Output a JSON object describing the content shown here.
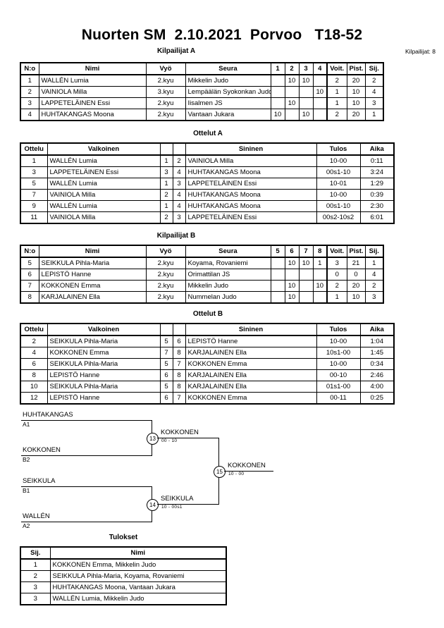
{
  "header": {
    "title": "Nuorten SM  2.10.2021  Porvoo   T18-52",
    "entrants_label": "Kilpailijat: 8"
  },
  "pool_a": {
    "title": "Kilpailijat A",
    "columns": [
      "N:o",
      "Nimi",
      "Vyö",
      "Seura",
      "1",
      "2",
      "3",
      "4",
      "Voit.",
      "Pist.",
      "Sij."
    ],
    "rows": [
      {
        "no": "1",
        "nimi": "WALLÉN Lumia",
        "vyo": "2.kyu",
        "seura": "Mikkelin Judo",
        "m1": "",
        "m2": "10",
        "m3": "10",
        "m4": "",
        "voit": "2",
        "pist": "20",
        "sij": "2"
      },
      {
        "no": "2",
        "nimi": "VAINIOLA Milla",
        "vyo": "3.kyu",
        "seura": "Lempäälän Syokonkan Judo",
        "m1": "",
        "m2": "",
        "m3": "",
        "m4": "10",
        "voit": "1",
        "pist": "10",
        "sij": "4"
      },
      {
        "no": "3",
        "nimi": "LAPPETELÄINEN Essi",
        "vyo": "2.kyu",
        "seura": "Iisalmen JS",
        "m1": "",
        "m2": "10",
        "m3": "",
        "m4": "",
        "voit": "1",
        "pist": "10",
        "sij": "3"
      },
      {
        "no": "4",
        "nimi": "HUHTAKANGAS Moona",
        "vyo": "2.kyu",
        "seura": "Vantaan Jukara",
        "m1": "10",
        "m2": "",
        "m3": "10",
        "m4": "",
        "voit": "2",
        "pist": "20",
        "sij": "1"
      }
    ]
  },
  "matches_a": {
    "title": "Ottelut A",
    "columns": [
      "Ottelu",
      "Valkoinen",
      "",
      "",
      "Sininen",
      "Tulos",
      "Aika"
    ],
    "rows": [
      {
        "ottelu": "1",
        "valkoinen": "WALLÉN Lumia",
        "wno": "1",
        "bno": "2",
        "sininen": "VAINIOLA Milla",
        "tulos": "10-00",
        "aika": "0:11"
      },
      {
        "ottelu": "3",
        "valkoinen": "LAPPETELÄINEN Essi",
        "wno": "3",
        "bno": "4",
        "sininen": "HUHTAKANGAS Moona",
        "tulos": "00s1-10",
        "aika": "3:24"
      },
      {
        "ottelu": "5",
        "valkoinen": "WALLÉN Lumia",
        "wno": "1",
        "bno": "3",
        "sininen": "LAPPETELÄINEN Essi",
        "tulos": "10-01",
        "aika": "1:29"
      },
      {
        "ottelu": "7",
        "valkoinen": "VAINIOLA Milla",
        "wno": "2",
        "bno": "4",
        "sininen": "HUHTAKANGAS Moona",
        "tulos": "10-00",
        "aika": "0:39"
      },
      {
        "ottelu": "9",
        "valkoinen": "WALLÉN Lumia",
        "wno": "1",
        "bno": "4",
        "sininen": "HUHTAKANGAS Moona",
        "tulos": "00s1-10",
        "aika": "2:30"
      },
      {
        "ottelu": "11",
        "valkoinen": "VAINIOLA Milla",
        "wno": "2",
        "bno": "3",
        "sininen": "LAPPETELÄINEN Essi",
        "tulos": "00s2-10s2",
        "aika": "6:01"
      }
    ]
  },
  "pool_b": {
    "title": "Kilpailijat B",
    "columns": [
      "N:o",
      "Nimi",
      "Vyö",
      "Seura",
      "5",
      "6",
      "7",
      "8",
      "Voit.",
      "Pist.",
      "Sij."
    ],
    "rows": [
      {
        "no": "5",
        "nimi": "SEIKKULA Pihla-Maria",
        "vyo": "2.kyu",
        "seura": "Koyama, Rovaniemi",
        "m1": "",
        "m2": "10",
        "m3": "10",
        "m4": "1",
        "voit": "3",
        "pist": "21",
        "sij": "1"
      },
      {
        "no": "6",
        "nimi": "LEPISTÖ Hanne",
        "vyo": "2.kyu",
        "seura": "Orimattilan JS",
        "m1": "",
        "m2": "",
        "m3": "",
        "m4": "",
        "voit": "0",
        "pist": "0",
        "sij": "4"
      },
      {
        "no": "7",
        "nimi": "KOKKONEN Emma",
        "vyo": "2.kyu",
        "seura": "Mikkelin Judo",
        "m1": "",
        "m2": "10",
        "m3": "",
        "m4": "10",
        "voit": "2",
        "pist": "20",
        "sij": "2"
      },
      {
        "no": "8",
        "nimi": "KARJALAINEN Ella",
        "vyo": "2.kyu",
        "seura": "Nummelan Judo",
        "m1": "",
        "m2": "10",
        "m3": "",
        "m4": "",
        "voit": "1",
        "pist": "10",
        "sij": "3"
      }
    ]
  },
  "matches_b": {
    "title": "Ottelut B",
    "columns": [
      "Ottelu",
      "Valkoinen",
      "",
      "",
      "Sininen",
      "Tulos",
      "Aika"
    ],
    "rows": [
      {
        "ottelu": "2",
        "valkoinen": "SEIKKULA Pihla-Maria",
        "wno": "5",
        "bno": "6",
        "sininen": "LEPISTÖ Hanne",
        "tulos": "10-00",
        "aika": "1:04"
      },
      {
        "ottelu": "4",
        "valkoinen": "KOKKONEN Emma",
        "wno": "7",
        "bno": "8",
        "sininen": "KARJALAINEN Ella",
        "tulos": "10s1-00",
        "aika": "1:45"
      },
      {
        "ottelu": "6",
        "valkoinen": "SEIKKULA Pihla-Maria",
        "wno": "5",
        "bno": "7",
        "sininen": "KOKKONEN Emma",
        "tulos": "10-00",
        "aika": "0:34"
      },
      {
        "ottelu": "8",
        "valkoinen": "LEPISTÖ Hanne",
        "wno": "6",
        "bno": "8",
        "sininen": "KARJALAINEN Ella",
        "tulos": "00-10",
        "aika": "2:46"
      },
      {
        "ottelu": "10",
        "valkoinen": "SEIKKULA Pihla-Maria",
        "wno": "5",
        "bno": "8",
        "sininen": "KARJALAINEN Ella",
        "tulos": "01s1-00",
        "aika": "4:00"
      },
      {
        "ottelu": "12",
        "valkoinen": "LEPISTÖ Hanne",
        "wno": "6",
        "bno": "7",
        "sininen": "KOKKONEN Emma",
        "tulos": "00-11",
        "aika": "0:25"
      }
    ]
  },
  "bracket": {
    "semifinal_1": {
      "top": {
        "name": "HUHTAKANGAS",
        "code": "A1"
      },
      "bottom": {
        "name": "KOKKONEN",
        "code": "B2"
      },
      "number": "13",
      "winner": "KOKKONEN",
      "score": "00 - 10"
    },
    "semifinal_2": {
      "top": {
        "name": "SEIKKULA",
        "code": "B1"
      },
      "bottom": {
        "name": "WALLÉN",
        "code": "A2"
      },
      "number": "14",
      "winner": "SEIKKULA",
      "score": "10 - 00s1"
    },
    "final": {
      "number": "15",
      "winner": "KOKKONEN",
      "score": "10 - 00"
    }
  },
  "results": {
    "title": "Tulokset",
    "columns": [
      "Sij.",
      "Nimi"
    ],
    "rows": [
      {
        "sij": "1",
        "nimi": "KOKKONEN Emma, Mikkelin Judo"
      },
      {
        "sij": "2",
        "nimi": "SEIKKULA Pihla-Maria, Koyama, Rovaniemi"
      },
      {
        "sij": "3",
        "nimi": "HUHTAKANGAS Moona, Vantaan Jukara"
      },
      {
        "sij": "3",
        "nimi": "WALLÉN Lumia, Mikkelin Judo"
      }
    ]
  }
}
